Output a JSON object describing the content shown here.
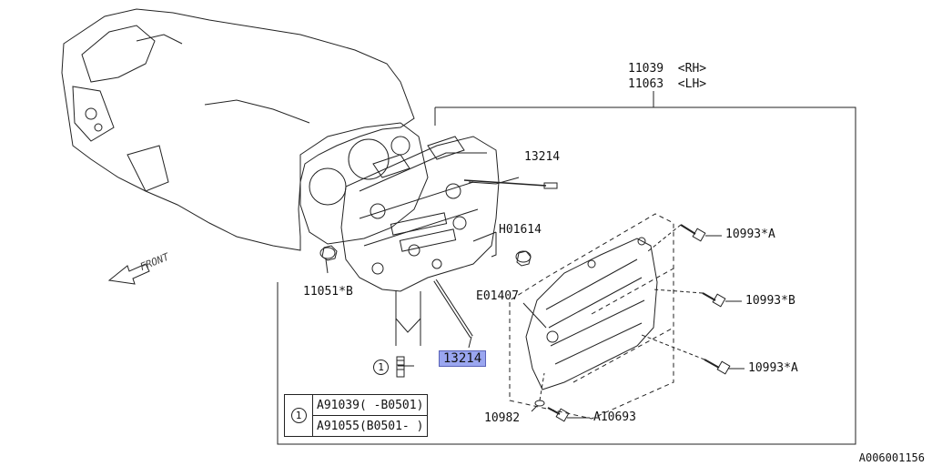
{
  "labels": {
    "rh_part": "11039",
    "rh_tag": "<RH>",
    "lh_part": "11063",
    "lh_tag": "<LH>",
    "plug_upper": "13214",
    "plug_lower": "13214",
    "h01614": "H01614",
    "e01407": "E01407",
    "gasket": "11051*B",
    "bolt_top": "10993*A",
    "bolt_mid": "10993*B",
    "bolt_bottom": "10993*A",
    "washer": "10982",
    "bolt_small": "A10693",
    "ref_circle": "1",
    "front": "FRONT"
  },
  "legend": {
    "marker": "1",
    "rows": [
      "A91039( -B0501)",
      "A91055(B0501- )"
    ]
  },
  "footer": "A006001156",
  "highlight_color": "#9aa6f0"
}
